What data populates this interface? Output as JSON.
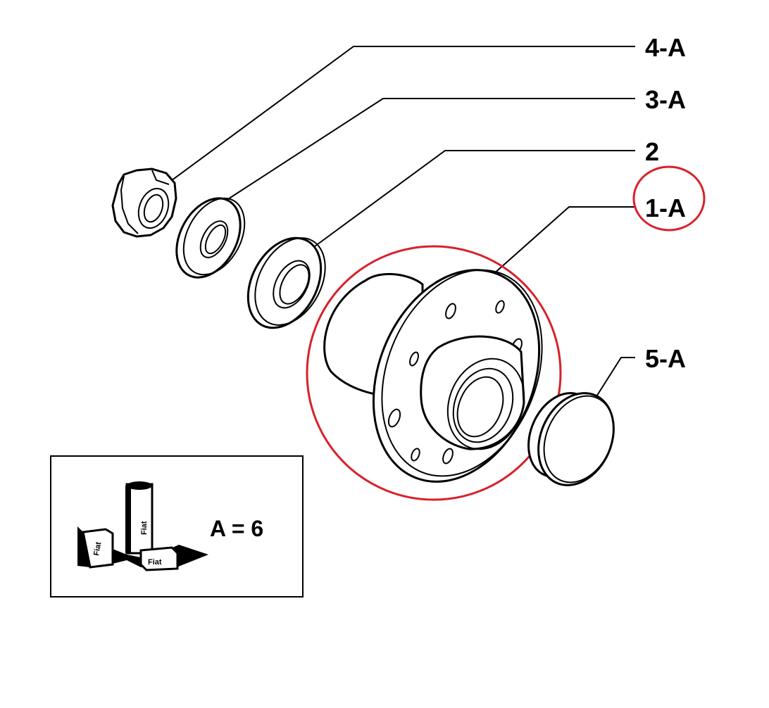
{
  "callouts": {
    "part_4": "4-A",
    "part_3": "3-A",
    "part_2": "2",
    "part_1": "1-A",
    "part_5": "5-A"
  },
  "legend": {
    "text": "A = 6",
    "brand_tube": "Fiat",
    "brand_box": "Fiat",
    "brand_small": "Fiat"
  },
  "colors": {
    "highlight": "#d9202a",
    "line": "#000000",
    "background": "#ffffff"
  },
  "icons": [
    "hex-nut-icon",
    "washer-icon",
    "seal-ring-icon",
    "wheel-hub-icon",
    "dust-cap-icon",
    "grease-products-icon"
  ]
}
